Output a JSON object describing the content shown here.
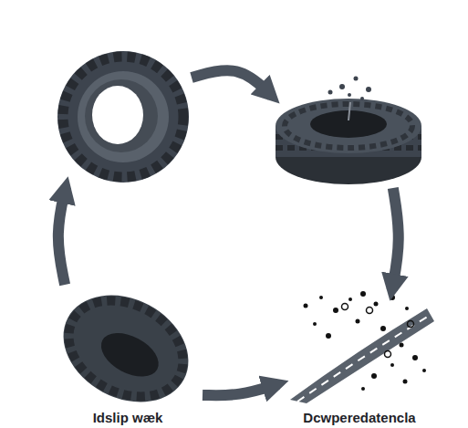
{
  "diagram": {
    "nodes": [
      {
        "text": []
      },
      {
        "text": []
      },
      {
        "text": [
          "Idslip wæk"
        ]
      },
      {
        "text": [
          "Dcwperedatencla"
        ]
      }
    ],
    "edges": [
      {
        "from": 0,
        "to": 1,
        "arrow": "to"
      },
      {
        "from": 1,
        "to": 3,
        "arrow": "to"
      },
      {
        "from": 2,
        "to": 3,
        "arrow": "to"
      },
      {
        "from": 2,
        "to": 0,
        "arrow": "to"
      }
    ]
  }
}
